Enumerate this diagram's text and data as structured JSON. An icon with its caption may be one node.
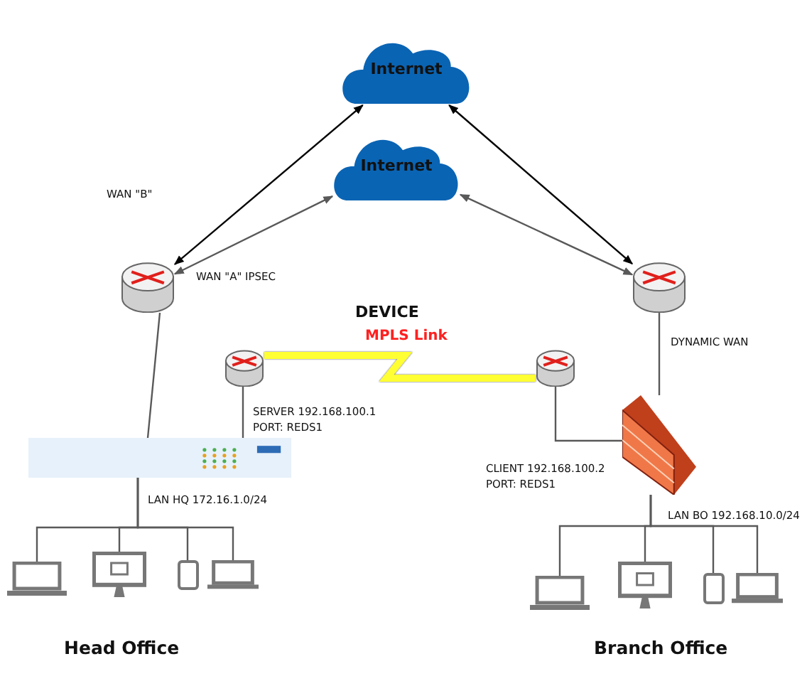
{
  "diagram": {
    "nodes": [
      {
        "text": [
          "Internet"
        ]
      },
      {
        "text": [
          "Internet"
        ]
      },
      {
        "text": [],
        "shape": "cylinder"
      },
      {
        "text": [],
        "shape": "cylinder"
      },
      {
        "text": [],
        "shape": "cylinder"
      },
      {
        "text": [],
        "shape": "cylinder"
      },
      {
        "text": [],
        "shape": "box"
      },
      {
        "text": [],
        "shape": "wall"
      },
      {
        "text": [],
        "shape": "laptop"
      },
      {
        "text": [],
        "shape": "monitor"
      },
      {
        "text": [],
        "shape": "tablet"
      },
      {
        "text": [],
        "shape": "laptop"
      },
      {
        "text": [],
        "shape": "laptop"
      },
      {
        "text": [],
        "shape": "monitor"
      },
      {
        "text": [],
        "shape": "tablet"
      },
      {
        "text": [],
        "shape": "laptop"
      }
    ],
    "edges": [
      {
        "from": 2,
        "to": 0,
        "arrow": "both",
        "color": "#000000"
      },
      {
        "from": 2,
        "to": 1,
        "arrow": "both"
      },
      {
        "from": 3,
        "to": 0,
        "arrow": "both",
        "color": "#000000"
      },
      {
        "from": 3,
        "to": 1,
        "arrow": "both"
      },
      {
        "from": 4,
        "to": 5,
        "arrow": "none",
        "label": "MPLS Link",
        "style": "thick",
        "color": "#ffff33"
      },
      {
        "from": 2,
        "to": 6,
        "arrow": "none"
      },
      {
        "from": 4,
        "to": 6,
        "arrow": "none"
      },
      {
        "from": 3,
        "to": 7,
        "arrow": "none"
      },
      {
        "from": 5,
        "to": 7,
        "arrow": "none"
      },
      {
        "from": 6,
        "to": 8,
        "arrow": "none"
      },
      {
        "from": 6,
        "to": 9,
        "arrow": "none"
      },
      {
        "from": 6,
        "to": 10,
        "arrow": "none"
      },
      {
        "from": 6,
        "to": 11,
        "arrow": "none"
      },
      {
        "from": 7,
        "to": 12,
        "arrow": "none"
      },
      {
        "from": 7,
        "to": 13,
        "arrow": "none"
      },
      {
        "from": 7,
        "to": 14,
        "arrow": "none"
      },
      {
        "from": 7,
        "to": 15,
        "arrow": "none"
      }
    ],
    "labels": [
      "WAN \"B\"",
      "WAN \"A\" IPSEC",
      "DEVICE",
      "DYNAMIC WAN",
      "SERVER 192.168.100.1",
      "PORT: REDS1",
      "CLIENT 192.168.100.2",
      "PORT: REDS1",
      "LAN HQ 172.16.1.0/24",
      "LAN BO 192.168.10.0/24",
      "Head Office",
      "Branch Office"
    ]
  }
}
